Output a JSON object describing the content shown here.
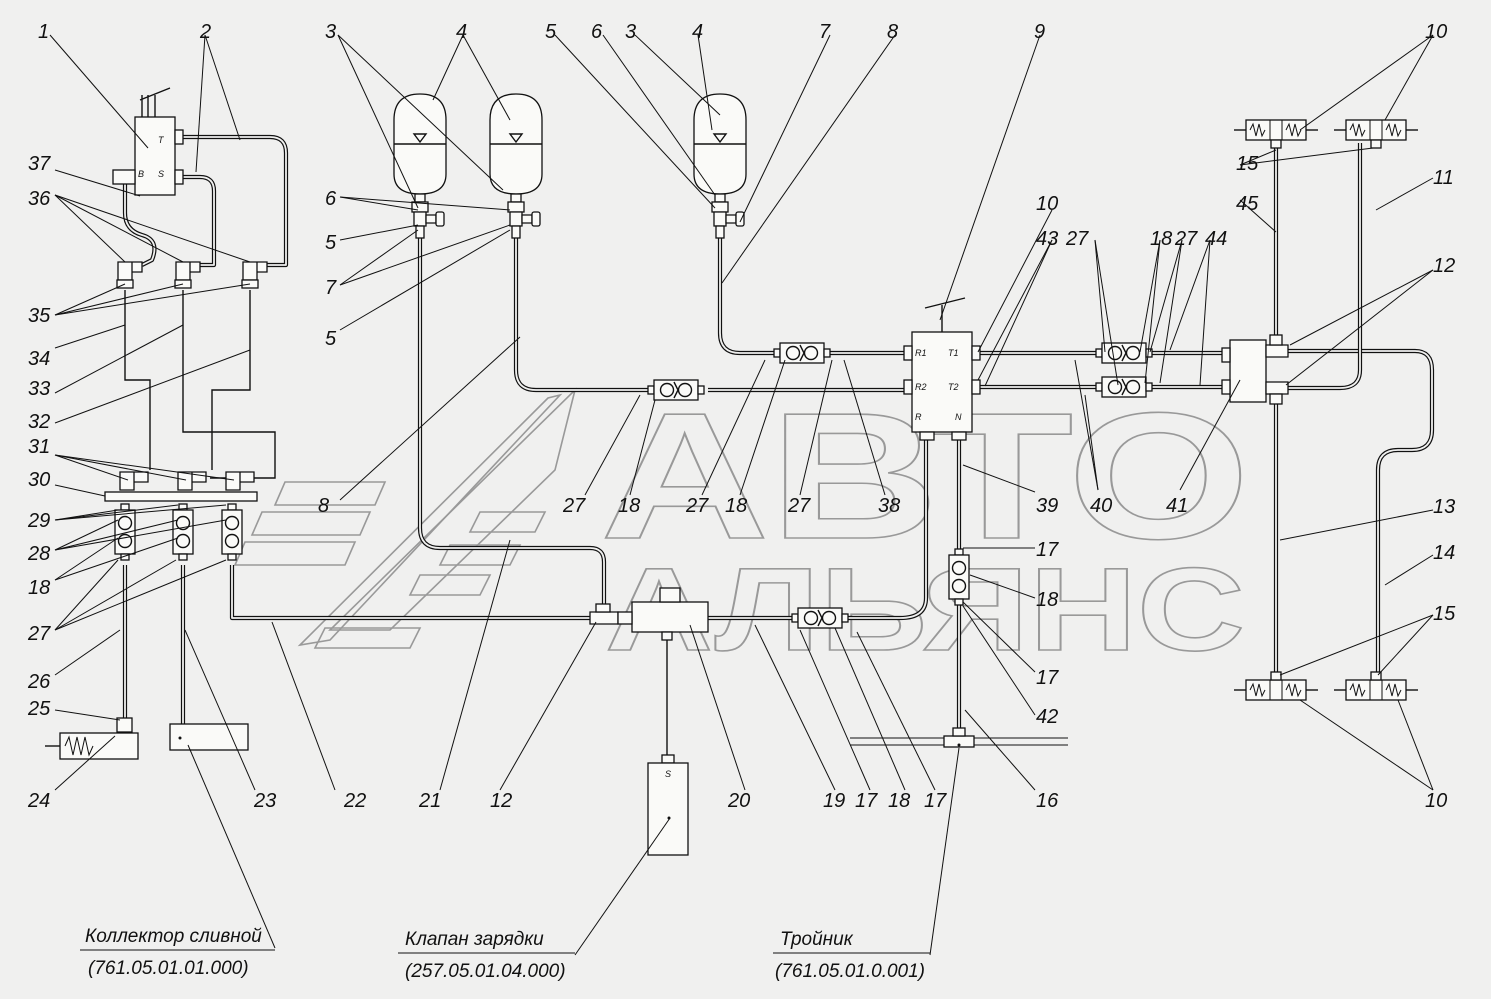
{
  "watermark": {
    "line1": "АВТО",
    "line2": "АЛЬЯНС"
  },
  "port_labels": {
    "T": "T",
    "B": "B",
    "S": "S",
    "R1": "R1",
    "T1": "T1",
    "R2": "R2",
    "T2": "T2",
    "R": "R",
    "N": "N",
    "S_valve": "S"
  },
  "callouts": [
    {
      "id": "c1",
      "text": "1"
    },
    {
      "id": "c2",
      "text": "2"
    },
    {
      "id": "c3a",
      "text": "3"
    },
    {
      "id": "c4a",
      "text": "4"
    },
    {
      "id": "c5a",
      "text": "5"
    },
    {
      "id": "c6a",
      "text": "6"
    },
    {
      "id": "c3b",
      "text": "3"
    },
    {
      "id": "c4b",
      "text": "4"
    },
    {
      "id": "c7a",
      "text": "7"
    },
    {
      "id": "c8a",
      "text": "8"
    },
    {
      "id": "c9",
      "text": "9"
    },
    {
      "id": "c10a",
      "text": "10"
    },
    {
      "id": "c37",
      "text": "37"
    },
    {
      "id": "c36",
      "text": "36"
    },
    {
      "id": "c6b",
      "text": "6"
    },
    {
      "id": "c5b",
      "text": "5"
    },
    {
      "id": "c7b",
      "text": "7"
    },
    {
      "id": "c5c",
      "text": "5"
    },
    {
      "id": "c35",
      "text": "35"
    },
    {
      "id": "c34",
      "text": "34"
    },
    {
      "id": "c33",
      "text": "33"
    },
    {
      "id": "c32",
      "text": "32"
    },
    {
      "id": "c31",
      "text": "31"
    },
    {
      "id": "c30",
      "text": "30"
    },
    {
      "id": "c29",
      "text": "29"
    },
    {
      "id": "c28",
      "text": "28"
    },
    {
      "id": "c18a",
      "text": "18"
    },
    {
      "id": "c27a",
      "text": "27"
    },
    {
      "id": "c26",
      "text": "26"
    },
    {
      "id": "c25",
      "text": "25"
    },
    {
      "id": "c24",
      "text": "24"
    },
    {
      "id": "c23",
      "text": "23"
    },
    {
      "id": "c22",
      "text": "22"
    },
    {
      "id": "c21",
      "text": "21"
    },
    {
      "id": "c12a",
      "text": "12"
    },
    {
      "id": "c20",
      "text": "20"
    },
    {
      "id": "c19",
      "text": "19"
    },
    {
      "id": "c17a",
      "text": "17"
    },
    {
      "id": "c18b",
      "text": "18"
    },
    {
      "id": "c17b",
      "text": "17"
    },
    {
      "id": "c16",
      "text": "16"
    },
    {
      "id": "c42",
      "text": "42"
    },
    {
      "id": "c17c",
      "text": "17"
    },
    {
      "id": "c18c",
      "text": "18"
    },
    {
      "id": "c17d",
      "text": "17"
    },
    {
      "id": "c8b",
      "text": "8"
    },
    {
      "id": "c27b",
      "text": "27"
    },
    {
      "id": "c18d",
      "text": "18"
    },
    {
      "id": "c27c",
      "text": "27"
    },
    {
      "id": "c18e",
      "text": "18"
    },
    {
      "id": "c27d",
      "text": "27"
    },
    {
      "id": "c38",
      "text": "38"
    },
    {
      "id": "c39",
      "text": "39"
    },
    {
      "id": "c40",
      "text": "40"
    },
    {
      "id": "c41",
      "text": "41"
    },
    {
      "id": "c10b",
      "text": "10"
    },
    {
      "id": "c43",
      "text": "43"
    },
    {
      "id": "c27e",
      "text": "27"
    },
    {
      "id": "c18f",
      "text": "18"
    },
    {
      "id": "c27f",
      "text": "27"
    },
    {
      "id": "c44",
      "text": "44"
    },
    {
      "id": "c15a",
      "text": "15"
    },
    {
      "id": "c45",
      "text": "45"
    },
    {
      "id": "c11",
      "text": "11"
    },
    {
      "id": "c12b",
      "text": "12"
    },
    {
      "id": "c13",
      "text": "13"
    },
    {
      "id": "c14",
      "text": "14"
    },
    {
      "id": "c15b",
      "text": "15"
    },
    {
      "id": "c10c",
      "text": "10"
    }
  ],
  "captions": [
    {
      "name": "Коллектор сливной",
      "code": "(761.05.01.01.000)"
    },
    {
      "name": "Клапан зарядки",
      "code": "(257.05.01.04.000)"
    },
    {
      "name": "Тройник",
      "code": "(761.05.01.0.001)"
    }
  ]
}
